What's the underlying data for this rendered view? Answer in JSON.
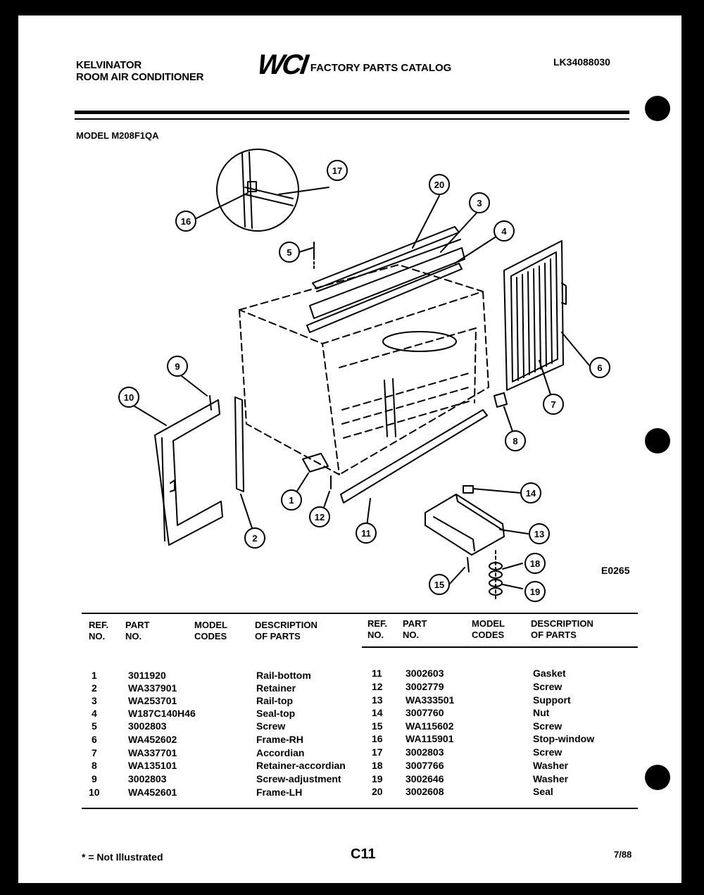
{
  "header": {
    "brand_line1": "KELVINATOR",
    "brand_line2": "ROOM AIR CONDITIONER",
    "logo": "WCI",
    "catalog_title": "FACTORY PARTS CATALOG",
    "catalog_code": "LK34088030",
    "model_label": "MODEL M208F1QA"
  },
  "diagram": {
    "code": "E0265",
    "callouts": [
      "1",
      "2",
      "3",
      "4",
      "5",
      "6",
      "7",
      "8",
      "9",
      "10",
      "11",
      "12",
      "13",
      "14",
      "15",
      "16",
      "17",
      "18",
      "19",
      "20"
    ]
  },
  "table": {
    "headers": {
      "ref_no": [
        "REF.",
        "NO."
      ],
      "part_no": [
        "PART",
        "NO."
      ],
      "model_codes": [
        "MODEL",
        "CODES"
      ],
      "description": [
        "DESCRIPTION",
        "OF PARTS"
      ]
    },
    "left_rows": [
      {
        "ref": "1",
        "part": "3011920",
        "codes": "",
        "desc": "Rail-bottom"
      },
      {
        "ref": "2",
        "part": "WA337901",
        "codes": "",
        "desc": "Retainer"
      },
      {
        "ref": "3",
        "part": "WA253701",
        "codes": "",
        "desc": "Rail-top"
      },
      {
        "ref": "4",
        "part": "W187C140H46",
        "codes": "",
        "desc": "Seal-top"
      },
      {
        "ref": "5",
        "part": "3002803",
        "codes": "",
        "desc": "Screw"
      },
      {
        "ref": "6",
        "part": "WA452602",
        "codes": "",
        "desc": "Frame-RH"
      },
      {
        "ref": "7",
        "part": "WA337701",
        "codes": "",
        "desc": "Accordian"
      },
      {
        "ref": "8",
        "part": "WA135101",
        "codes": "",
        "desc": "Retainer-accordian"
      },
      {
        "ref": "9",
        "part": "3002803",
        "codes": "",
        "desc": "Screw-adjustment"
      },
      {
        "ref": "10",
        "part": "WA452601",
        "codes": "",
        "desc": "Frame-LH"
      }
    ],
    "right_rows": [
      {
        "ref": "11",
        "part": "3002603",
        "codes": "",
        "desc": "Gasket"
      },
      {
        "ref": "12",
        "part": "3002779",
        "codes": "",
        "desc": "Screw"
      },
      {
        "ref": "13",
        "part": "WA333501",
        "codes": "",
        "desc": "Support"
      },
      {
        "ref": "14",
        "part": "3007760",
        "codes": "",
        "desc": "Nut"
      },
      {
        "ref": "15",
        "part": "WA115602",
        "codes": "",
        "desc": "Screw"
      },
      {
        "ref": "16",
        "part": "WA115901",
        "codes": "",
        "desc": "Stop-window"
      },
      {
        "ref": "17",
        "part": "3002803",
        "codes": "",
        "desc": "Screw"
      },
      {
        "ref": "18",
        "part": "3007766",
        "codes": "",
        "desc": "Washer"
      },
      {
        "ref": "19",
        "part": "3002646",
        "codes": "",
        "desc": "Washer"
      },
      {
        "ref": "20",
        "part": "3002608",
        "codes": "",
        "desc": "Seal"
      }
    ]
  },
  "footer": {
    "note": "* = Not Illustrated",
    "page": "C11",
    "date": "7/88"
  }
}
